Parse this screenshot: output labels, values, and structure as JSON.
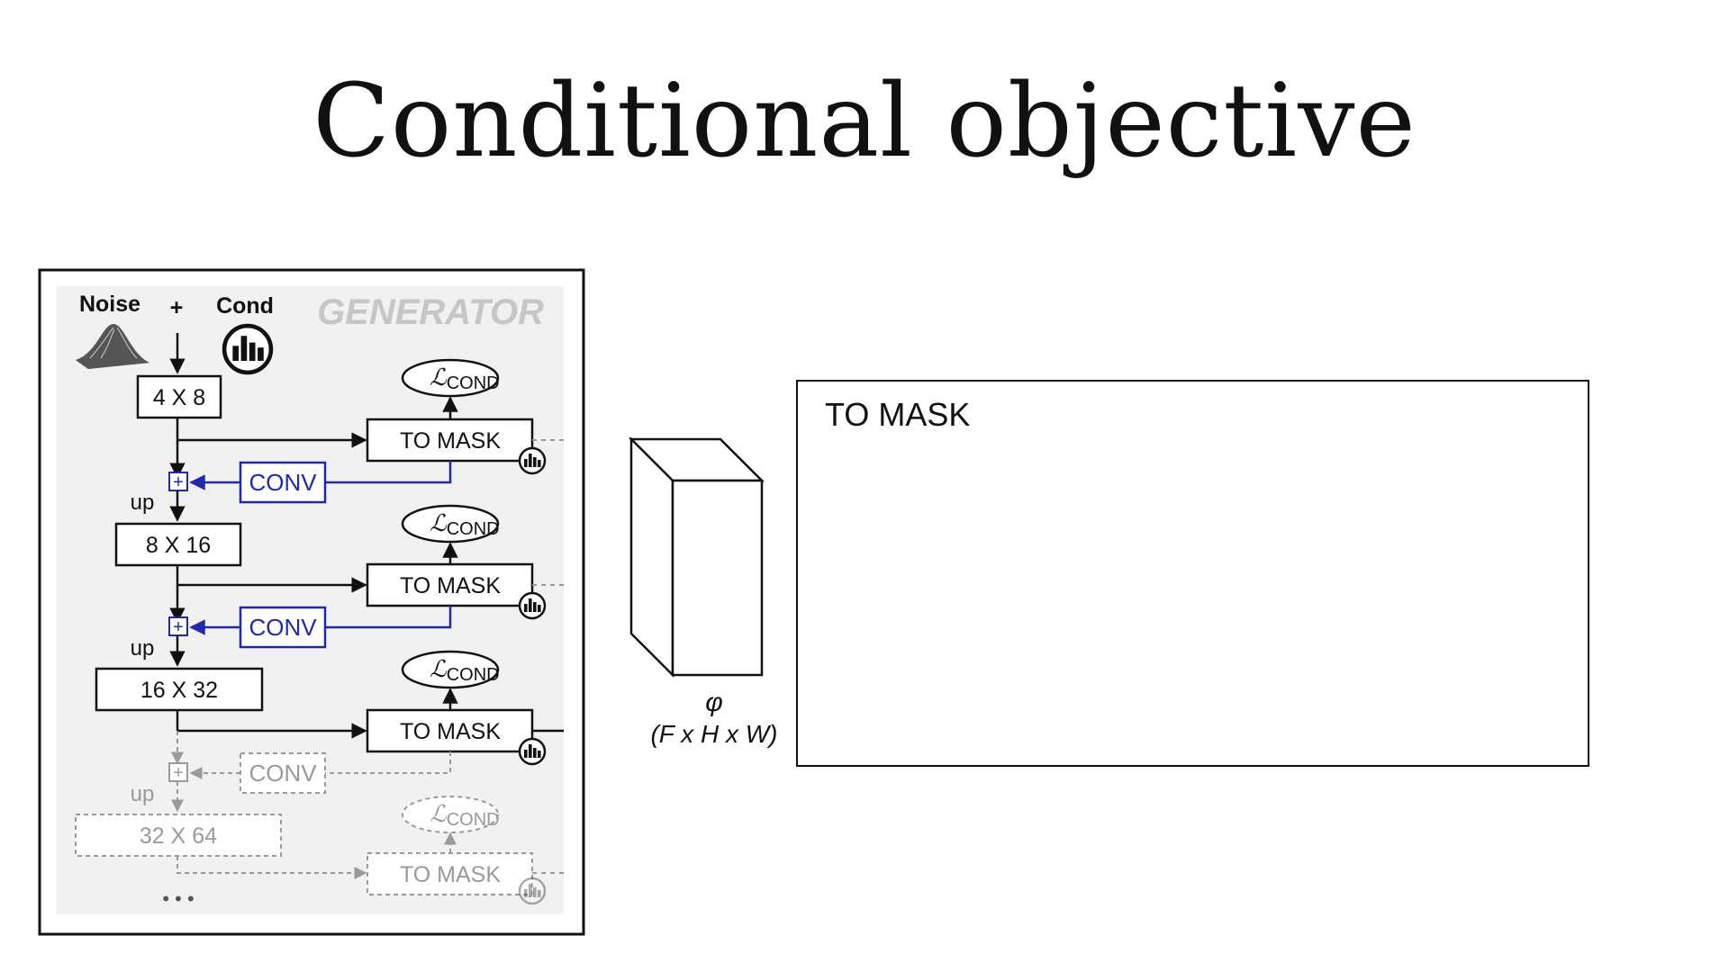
{
  "slide": {
    "title": "Conditional objective"
  },
  "generator": {
    "panel_label": "GENERATOR",
    "noise_label": "Noise",
    "plus": "+",
    "cond_label": "Cond",
    "blocks": [
      "4 X 8",
      "8 X 16",
      "16 X 32",
      "32 X 64"
    ],
    "to_mask_label": "TO MASK",
    "conv_label": "CONV",
    "up_label": "up",
    "loss_symbol": "ℒ",
    "loss_subscript": "COND",
    "ellipsis": "• • •"
  },
  "feature": {
    "symbol": "φ",
    "dims": "(F x H x W)"
  },
  "detail_box": {
    "label": "TO MASK"
  },
  "colors": {
    "blue": "#1f2aa8",
    "gray": "#9a9a9a",
    "black": "#111111"
  }
}
